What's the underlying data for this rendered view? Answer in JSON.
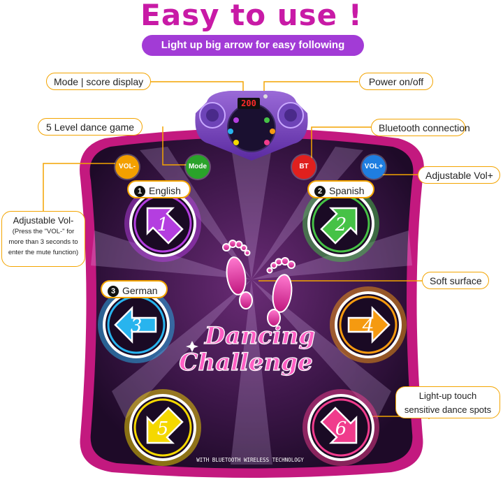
{
  "header": {
    "title": "Easy to use !",
    "subtitle": "Light up big arrow for easy following"
  },
  "callouts": {
    "mode_score": "Mode | score display",
    "power": "Power on/off",
    "level_game": "5 Level dance game",
    "bluetooth": "Bluetooth connection",
    "vol_plus": "Adjustable Vol+",
    "vol_minus_title": "Adjustable Vol-",
    "vol_minus_line1": "(Press the \"VOL-\" for",
    "vol_minus_line2": "more than 3 seconds to",
    "vol_minus_line3": "enter the mute function)",
    "soft_surface": "Soft surface",
    "touch_line1": "Light-up touch",
    "touch_line2": "sensitive dance spots"
  },
  "languages": [
    {
      "num": "1",
      "name": "English"
    },
    {
      "num": "2",
      "name": "Spanish"
    },
    {
      "num": "3",
      "name": "German"
    }
  ],
  "buttons": {
    "vol_minus": "VOL-",
    "mode": "Mode",
    "bt": "BT",
    "vol_plus": "VOL+"
  },
  "console": {
    "display": "200"
  },
  "pads": [
    "1",
    "2",
    "3",
    "4",
    "5",
    "6"
  ],
  "mat": {
    "logo_line1": "Dancing",
    "logo_line2": "Challenge",
    "footer": "WITH BLUETOOTH WIRELESS TECHNOLOGY"
  },
  "colors": {
    "title": "#c81aa6",
    "subtitle_bg": "#a23bd6",
    "callout_border": "#f3a400",
    "mat_border": "#c3197f",
    "mat_bg": "#3a1444",
    "pad1": "#b43ee0",
    "pad2": "#46c246",
    "pad3": "#28b4ee",
    "pad4": "#f59a10",
    "pad5": "#f5d800",
    "pad6": "#f03c8c"
  }
}
